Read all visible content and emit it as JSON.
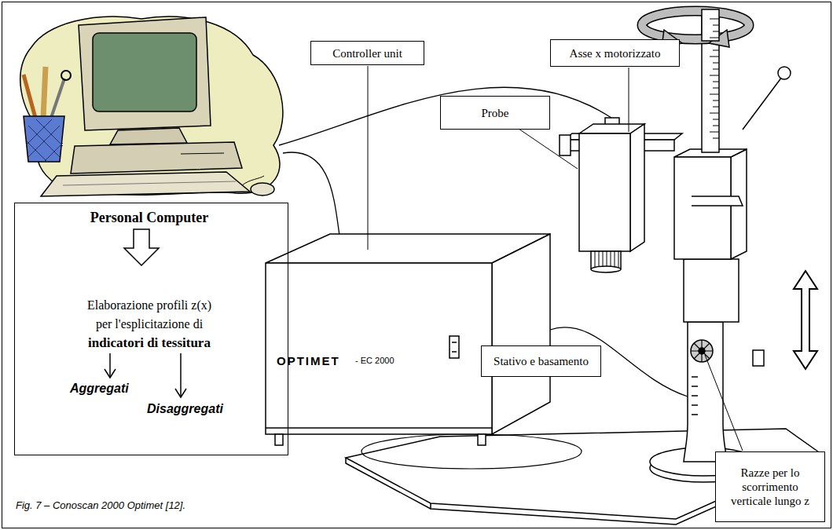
{
  "diagram": {
    "caption": "Fig. 7 – Conoscan 2000 Optimet [12].",
    "nodes": [
      {
        "text": [
          "Personal Computer",
          "Elaborazione profili z(x) per l'esplicitazione di",
          "indicatori di tessitura",
          "Aggregati",
          "Disaggregati"
        ]
      },
      {
        "text": [
          "Controller unit"
        ]
      },
      {
        "text": [
          "Probe"
        ]
      },
      {
        "text": [
          "Asse x motorizzato"
        ]
      },
      {
        "text": [
          "Stativo e basamento"
        ]
      },
      {
        "text": [
          "Razze per lo scorrimento verticale lungo z"
        ]
      }
    ],
    "labels": [
      "OPTIMET",
      "- EC 2000"
    ]
  }
}
